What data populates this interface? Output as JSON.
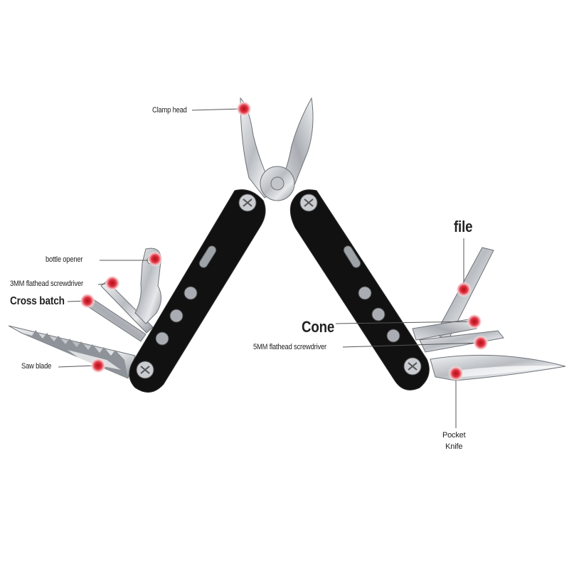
{
  "labels": {
    "clamp_head": "Clamp head",
    "bottle_opener": "bottle opener",
    "flathead_3mm": "3MM flathead screwdriver",
    "cross_batch": "Cross batch",
    "saw_blade": "Saw blade",
    "file": "file",
    "cone": "Cone",
    "flathead_5mm": "5MM flathead screwdriver",
    "pocket_knife_line1": "Pocket",
    "pocket_knife_line2": "Knife"
  },
  "colors": {
    "background": "#ffffff",
    "handle": "#111111",
    "steel": "#c9ccd0",
    "marker": "#d0202a",
    "leader_line": "#555555"
  }
}
